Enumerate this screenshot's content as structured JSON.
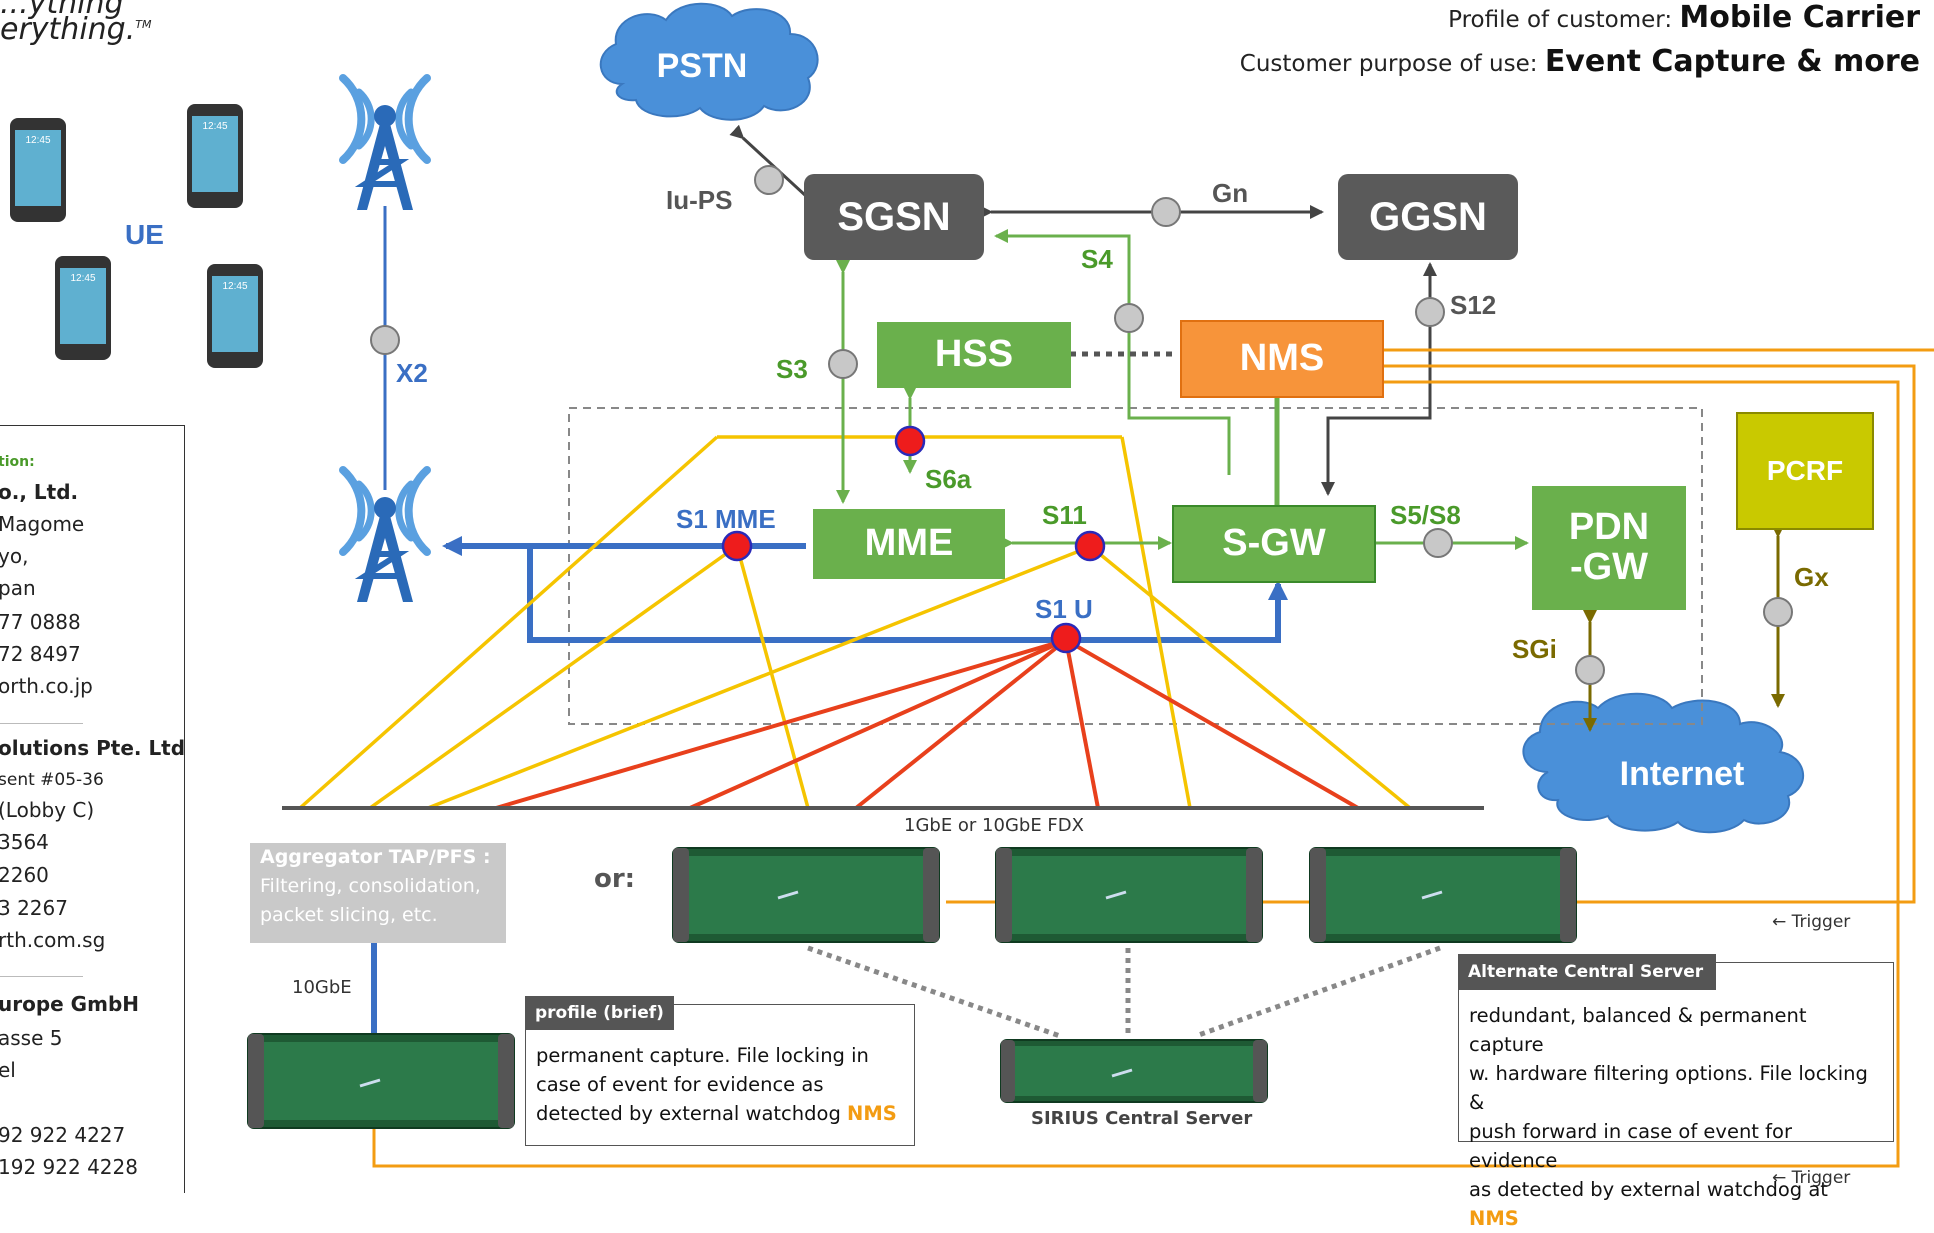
{
  "header": {
    "tagline_1": "...ything",
    "tagline_2": "erything.",
    "tagline_tm": "TM",
    "profile_label": "Profile of customer: ",
    "profile_value": "Mobile Carrier",
    "purpose_label": "Customer purpose of use: ",
    "purpose_value": "Event Capture & more"
  },
  "contact": {
    "heading": "tion:",
    "company1": "o., Ltd.",
    "addr1": "Magome",
    "addr2": "yo,",
    "addr3": "pan",
    "tel1": "77 0888",
    "fax1": "72 8497",
    "web1": "orth.co.jp",
    "company2": "olutions Pte. Ltd",
    "addr4": "sent #05-36",
    "addr5": "(Lobby C)",
    "addr6": "3564",
    "tel2": "2260",
    "fax2": "3 2267",
    "web2": "rth.com.sg",
    "company3": "urope GmbH",
    "addr7": "asse 5",
    "addr8": "el",
    "tel3": "92 922 4227",
    "fax3": "192 922 4228"
  },
  "nodes": {
    "pstn": "PSTN",
    "sgsn": "SGSN",
    "ggsn": "GGSN",
    "hss": "HSS",
    "nms": "NMS",
    "mme": "MME",
    "sgw": "S-GW",
    "pdngw_1": "PDN",
    "pdngw_2": "-GW",
    "pcrf": "PCRF",
    "internet": "Internet",
    "ue": "UE"
  },
  "interfaces": {
    "iu_ps": "Iu-PS",
    "gn": "Gn",
    "s4": "S4",
    "s12": "S12",
    "s3": "S3",
    "s6a": "S6a",
    "s1_mme": "S1 MME",
    "s11": "S11",
    "s5s8": "S5/S8",
    "s1_u": "S1 U",
    "x2": "X2",
    "sgi": "SGi",
    "gx": "Gx"
  },
  "capture": {
    "fdx_label": "1GbE or 10GbE FDX",
    "or_label": "or:",
    "aggregator_title": "Aggregator TAP/PFS :",
    "aggregator_line1": "Filtering, consolidation,",
    "aggregator_line2": "packet slicing, etc.",
    "tenGbe": "10GbE",
    "trigger1": "← Trigger",
    "trigger2": "← Trigger",
    "central_server": "SIRIUS Central Server",
    "profile_tag": "profile (brief)",
    "profile_text_1": "permanent capture. File locking in",
    "profile_text_2": "case  of event  for evidence  as",
    "profile_text_3": "detected by external watchdog ",
    "profile_nms": "NMS",
    "alt_tag": "Alternate Central Server",
    "alt_text_1": "redundant, balanced & permanent capture",
    "alt_text_2": "w. hardware filtering options. File locking &",
    "alt_text_3": "push forward in case of event for evidence",
    "alt_text_4": "as detected  by external watchdog at ",
    "alt_nms": "NMS",
    "phone_time": "12:45"
  },
  "colors": {
    "green_box": "#6ab04c",
    "dark_box": "#5a5a5a",
    "nms_orange": "#f7943a",
    "pcrf_olive": "#c9c900",
    "cloud_blue": "#4a90d9",
    "yellow_line": "#f5c400",
    "red_line": "#e8401c",
    "blue_line": "#3a6fc4",
    "orange_line": "#f39c12",
    "label_green": "#4a9a2a",
    "label_blue": "#3a6fc4",
    "label_olive": "#7a7a00"
  }
}
